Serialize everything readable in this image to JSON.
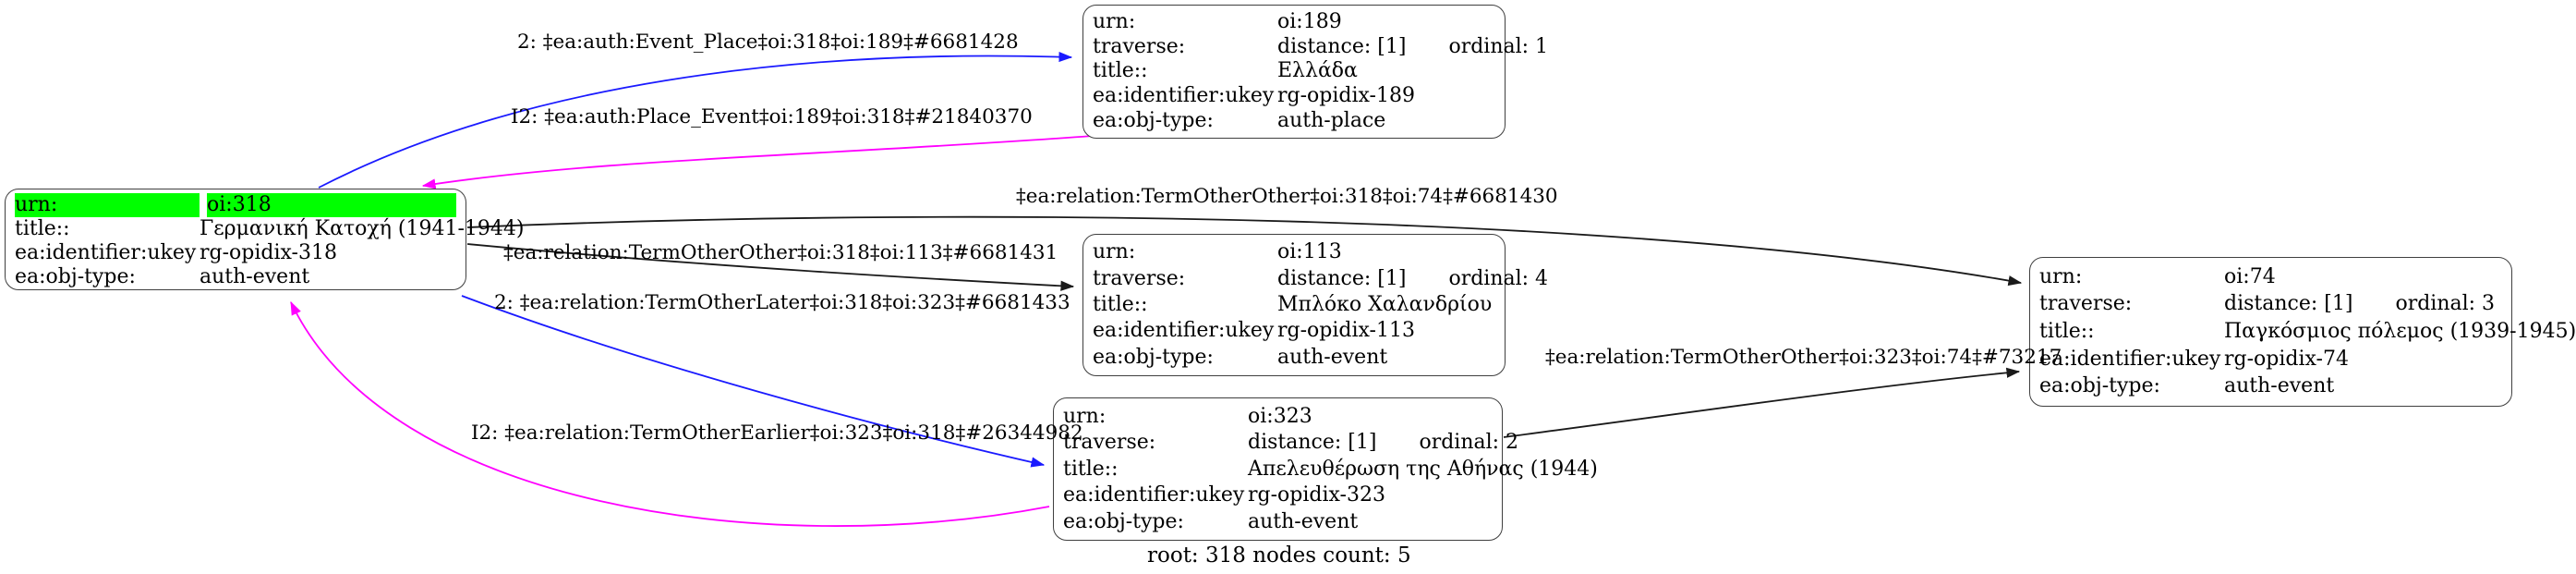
{
  "graph": {
    "caption": "root: 318 nodes count: 5",
    "colors": {
      "highlight_green": "#00ff00",
      "edge_blue": "#1a1aff",
      "edge_magenta": "#ff00ff",
      "edge_black": "#1a1a1a",
      "node_border": "#3f3f3f"
    },
    "nodes": {
      "n318": {
        "rows": [
          [
            "urn:",
            "oi:318"
          ],
          [
            "title::",
            "Γερμανική Κατοχή (1941-1944)"
          ],
          [
            "ea:identifier:ukey",
            "rg-opidix-318"
          ],
          [
            "ea:obj-type:",
            "auth-event"
          ]
        ]
      },
      "n189": {
        "rows": [
          [
            "urn:",
            "oi:189"
          ],
          [
            "traverse:",
            "distance: [1]",
            "ordinal: 1"
          ],
          [
            "title::",
            "Ελλάδα"
          ],
          [
            "ea:identifier:ukey",
            "rg-opidix-189"
          ],
          [
            "ea:obj-type:",
            "auth-place"
          ]
        ]
      },
      "n113": {
        "rows": [
          [
            "urn:",
            "oi:113"
          ],
          [
            "traverse:",
            "distance: [1]",
            "ordinal: 4"
          ],
          [
            "title::",
            "Μπλόκο Χαλανδρίου"
          ],
          [
            "ea:identifier:ukey",
            "rg-opidix-113"
          ],
          [
            "ea:obj-type:",
            "auth-event"
          ]
        ]
      },
      "n323": {
        "rows": [
          [
            "urn:",
            "oi:323"
          ],
          [
            "traverse:",
            "distance: [1]",
            "ordinal: 2"
          ],
          [
            "title::",
            "Απελευθέρωση της Αθήνας (1944)"
          ],
          [
            "ea:identifier:ukey",
            "rg-opidix-323"
          ],
          [
            "ea:obj-type:",
            "auth-event"
          ]
        ]
      },
      "n74": {
        "rows": [
          [
            "urn:",
            "oi:74"
          ],
          [
            "traverse:",
            "distance: [1]",
            "ordinal: 3"
          ],
          [
            "title::",
            "Παγκόσμιος πόλεμος (1939-1945)"
          ],
          [
            "ea:identifier:ukey",
            "rg-opidix-74"
          ],
          [
            "ea:obj-type:",
            "auth-event"
          ]
        ]
      }
    },
    "edge_labels": {
      "event_place": "2: ‡ea:auth:Event_Place‡oi:318‡oi:189‡#6681428",
      "place_event": "I2: ‡ea:auth:Place_Event‡oi:189‡oi:318‡#21840370",
      "toto_318_74": "‡ea:relation:TermOtherOther‡oi:318‡oi:74‡#6681430",
      "toto_318_113": "‡ea:relation:TermOtherOther‡oi:318‡oi:113‡#6681431",
      "later_318_323": "2: ‡ea:relation:TermOtherLater‡oi:318‡oi:323‡#6681433",
      "earlier_323_318": "I2: ‡ea:relation:TermOtherEarlier‡oi:323‡oi:318‡#26344982",
      "toto_323_74": "‡ea:relation:TermOtherOther‡oi:323‡oi:74‡#73217"
    }
  }
}
